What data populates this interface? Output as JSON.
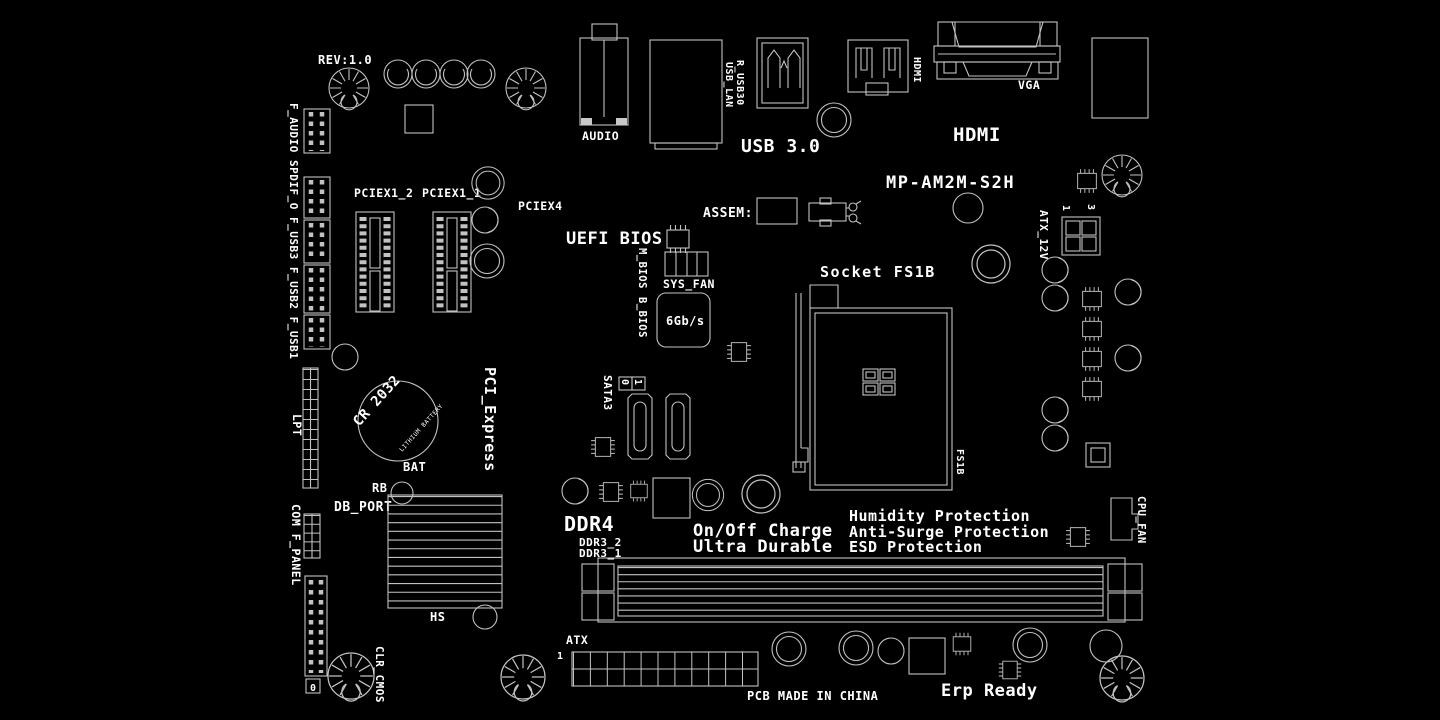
{
  "colors": {
    "background": "#000000",
    "line": "#c2c2c2",
    "text": "#ffffff"
  },
  "board": {
    "model": "MP-AM2M-S2H",
    "revision": "REV:1.0",
    "pcb_note": "PCB MADE IN CHINA"
  },
  "rear_io": {
    "audio": "AUDIO",
    "usb_lan_line1": "R_USB30",
    "usb_lan_line2": "USB_LAN",
    "usb3": "USB 3.0",
    "hdmi_port": "HDMI",
    "hdmi_label": "HDMI",
    "vga": "VGA"
  },
  "front_headers": {
    "left_edge": "F_AUDIO SPDIF_O F_USB3 F_USB2 F_USB1",
    "lpt": "LPT",
    "com_fpanel": "COM F_PANEL",
    "fpanel_pin0": "0",
    "db_port": "DB_PORT"
  },
  "expansion": {
    "pciex1_2": "PCIEX1_2",
    "pciex1_1": "PCIEX1_1",
    "pciex4": "PCIEX4",
    "pci_express": "PCI_Express"
  },
  "bios": {
    "uefi": "UEFI BIOS",
    "m_bios": "M_BIOS",
    "b_bios": "B_BIOS",
    "sys_fan": "SYS_FAN",
    "sata_speed": "6Gb/s"
  },
  "storage": {
    "sata3": "SATA3",
    "jumper_0": "0",
    "jumper_1": "1"
  },
  "cpu": {
    "socket": "Socket FS1B",
    "fs1b": "FS1B",
    "assem": "ASSEM:",
    "cpu_fan": "CPU_FAN",
    "heatsink": "HS",
    "rb": "RB"
  },
  "power": {
    "atx_12v": "ATX_12V",
    "atx12v_pin1": "1",
    "atx12v_pin3": "3",
    "atx": "ATX",
    "atx_pin1": "1",
    "battery_model": "CR 2032",
    "battery_type": "LITHIUM BATTERY",
    "bat": "BAT",
    "clr_cmos": "CLR_CMOS"
  },
  "memory": {
    "ddr4": "DDR4",
    "ddr3_2": "DDR3_2",
    "ddr3_1": "DDR3_1"
  },
  "features": {
    "onoff_charge": "On/Off Charge",
    "ultra_durable": "Ultra Durable",
    "humidity": "Humidity Protection",
    "anti_surge": "Anti-Surge Protection",
    "esd": "ESD Protection",
    "erp": "Erp Ready"
  }
}
